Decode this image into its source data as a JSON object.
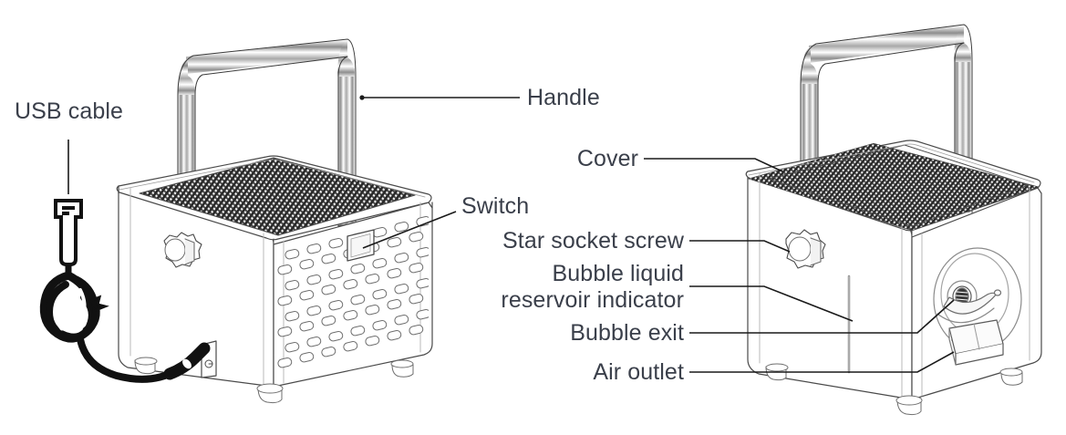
{
  "diagram": {
    "title": "Bubble machine parts diagram",
    "type": "exploded-callout-illustration",
    "views": [
      {
        "name": "left-view",
        "description": "Front-left three-quarter view of bubble machine with USB cable"
      },
      {
        "name": "right-view",
        "description": "Front-right three-quarter view of bubble machine showing bubble exit"
      }
    ],
    "colors": {
      "text": "#3a3f4a",
      "leader_line": "#1a1a1a",
      "outline": "#4a4a4a",
      "mesh_dark": "#2b2b2b",
      "cable_black": "#111111",
      "background": "#ffffff"
    }
  },
  "labels": {
    "usb_cable": "USB cable",
    "handle": "Handle",
    "switch": "Switch",
    "cover": "Cover",
    "star_socket_screw": "Star socket screw",
    "bubble_liquid_reservoir_indicator_line1": "Bubble liquid",
    "bubble_liquid_reservoir_indicator_line2": "reservoir indicator",
    "bubble_exit": "Bubble exit",
    "air_outlet": "Air outlet"
  },
  "parts": [
    {
      "id": "usb-cable",
      "label": "USB cable",
      "view": "left",
      "leader": "vertical"
    },
    {
      "id": "handle",
      "label": "Handle",
      "view": "left",
      "leader": "horizontal"
    },
    {
      "id": "switch",
      "label": "Switch",
      "view": "left",
      "leader": "diagonal"
    },
    {
      "id": "cover",
      "label": "Cover",
      "view": "right",
      "leader": "horizontal-bend"
    },
    {
      "id": "star-screw",
      "label": "Star socket screw",
      "view": "right",
      "leader": "horizontal-bend"
    },
    {
      "id": "reservoir",
      "label": "Bubble liquid reservoir indicator",
      "view": "right",
      "leader": "horizontal-bend"
    },
    {
      "id": "bubble-exit",
      "label": "Bubble exit",
      "view": "right",
      "leader": "horizontal-bend"
    },
    {
      "id": "air-outlet",
      "label": "Air outlet",
      "view": "right",
      "leader": "horizontal-bend"
    }
  ]
}
